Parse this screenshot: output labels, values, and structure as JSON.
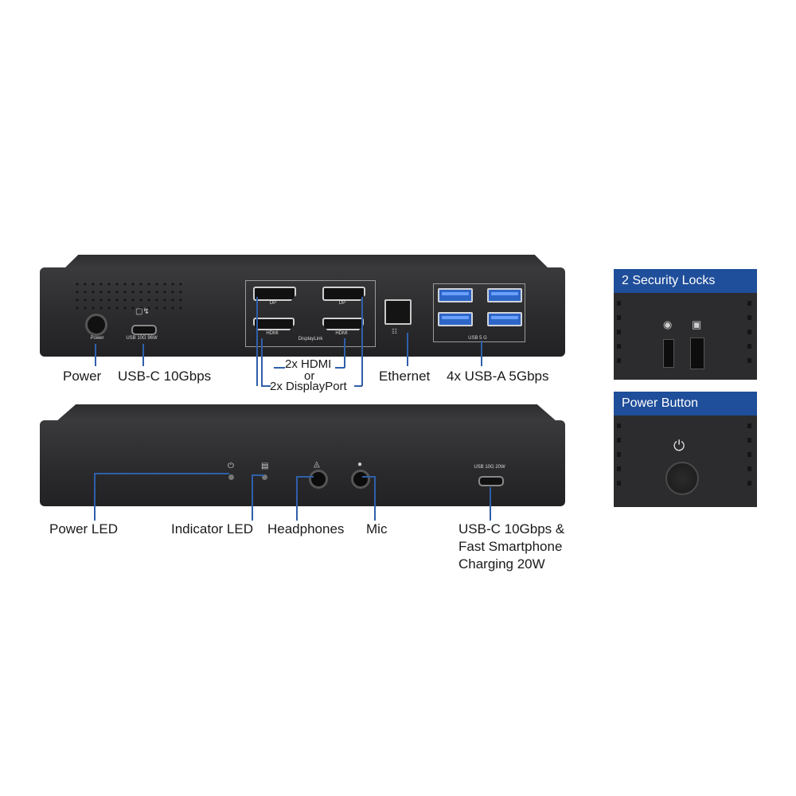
{
  "back_view": {
    "port_labels": {
      "power": "Power",
      "usbc": "USB 10G 96W",
      "dp1": "DP",
      "dp2": "DP",
      "hdmi1": "HDMI",
      "hdmi2": "HDMI",
      "displaylink": "DisplayLink",
      "usb5g": "USB 5 G"
    },
    "callouts": {
      "power": "Power",
      "usbc": "USB-C 10Gbps",
      "video_line1": "2x HDMI",
      "video_line2": "or",
      "video_line3": "2x DisplayPort",
      "ethernet": "Ethernet",
      "usba": "4x USB-A 5Gbps"
    }
  },
  "front_view": {
    "port_labels": {
      "usbc": "USB 10G 20W"
    },
    "callouts": {
      "power_led": "Power LED",
      "indicator_led": "Indicator LED",
      "headphones": "Headphones",
      "mic": "Mic",
      "usbc_line1": "USB-C 10Gbps &",
      "usbc_line2": "Fast Smartphone",
      "usbc_line3": "Charging 20W"
    }
  },
  "panels": {
    "security": {
      "title": "2 Security Locks"
    },
    "power_button": {
      "title": "Power Button"
    }
  },
  "colors": {
    "callout_line": "#2f5faa",
    "panel_header": "#1f4e9a",
    "usb_blue": "#2e66c8"
  },
  "icons": [
    "power-icon",
    "laptop-icon",
    "headphones-icon",
    "mic-icon",
    "lock-icon",
    "ethernet-icon"
  ]
}
